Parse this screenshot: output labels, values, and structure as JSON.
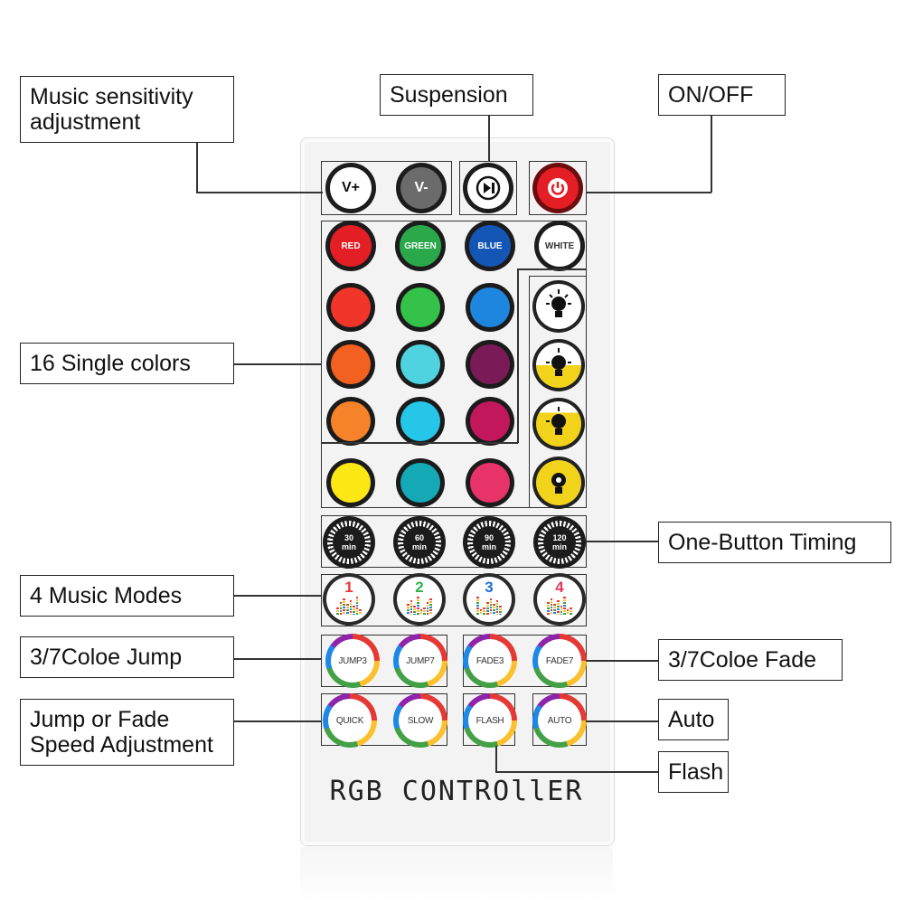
{
  "labels": {
    "music_sensitivity": "Music sensitivity adjustment",
    "suspension": "Suspension",
    "on_off": "ON/OFF",
    "single_colors": "16 Single colors",
    "timing": "One-Button Timing",
    "music_modes": "4 Music Modes",
    "color_jump": "3/7Coloe Jump",
    "color_fade": "3/7Coloe Fade",
    "speed": "Jump or Fade Speed Adjustment",
    "auto": "Auto",
    "flash": "Flash"
  },
  "remote": {
    "brand": "RGB CONTROllER",
    "top_buttons": {
      "v_plus": "V+",
      "v_minus": "V-",
      "play_pause_icon": "play-pause-icon",
      "power_icon": "power-icon"
    },
    "color_buttons": {
      "red": "RED",
      "green": "GREEN",
      "blue": "BLUE",
      "white": "WHITE"
    },
    "color_grid": [
      [
        "#f2352b",
        "#35c24a",
        "#1f86e0"
      ],
      [
        "#f4601f",
        "#4fd3e0",
        "#7a1a56"
      ],
      [
        "#f6832a",
        "#26c6e8",
        "#c2185b"
      ],
      [
        "#fde816",
        "#14a9b5",
        "#e8336a"
      ]
    ],
    "timers": [
      {
        "value": "30",
        "unit": "min"
      },
      {
        "value": "60",
        "unit": "min"
      },
      {
        "value": "90",
        "unit": "min"
      },
      {
        "value": "120",
        "unit": "min"
      }
    ],
    "music_modes": [
      {
        "num": "1",
        "color": "#e53935"
      },
      {
        "num": "2",
        "color": "#2fb34a"
      },
      {
        "num": "3",
        "color": "#1e6fd9"
      },
      {
        "num": "4",
        "color": "#e5395c"
      }
    ],
    "jump": {
      "jump3": "JUMP3",
      "jump7": "JUMP7"
    },
    "fade": {
      "fade3": "FADE3",
      "fade7": "FADE7"
    },
    "speed": {
      "quick": "QUICK",
      "slow": "SLOW"
    },
    "flash": "FLASH",
    "auto": "AUTO",
    "brightness_icons": [
      "brightness-up-icon",
      "brightness-mid-icon",
      "brightness-low-icon",
      "brightness-min-icon"
    ]
  },
  "colors": {
    "power": "#e31e24",
    "blue_btn": "#1456b5",
    "red_btn": "#e31e24",
    "green_btn": "#2aa84a"
  }
}
